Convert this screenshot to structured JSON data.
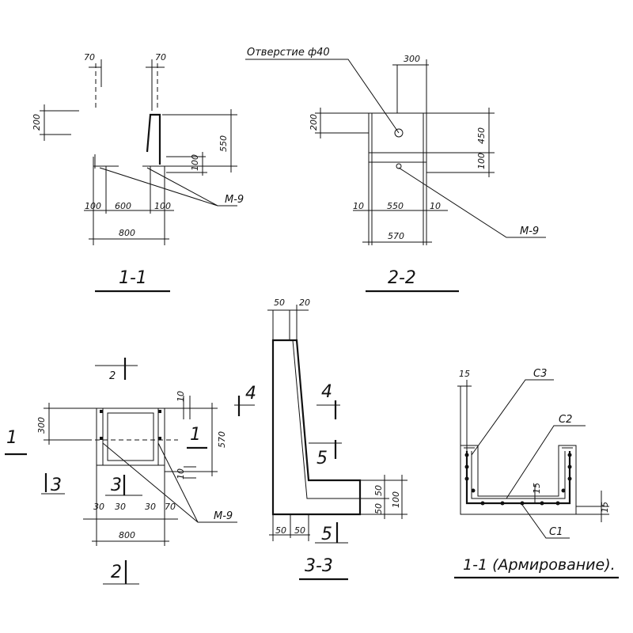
{
  "view_1_1": {
    "title": "1-1",
    "dims": {
      "top_left": "70",
      "top_right": "70",
      "left_height": "200",
      "right_height": "550",
      "small_right": "100",
      "bottom_left": "100",
      "bottom_mid": "600",
      "bottom_right": "100",
      "bottom_total": "800"
    },
    "callout": "М-9"
  },
  "view_2_2": {
    "title": "2-2",
    "hole_label": "Отверстие ф40",
    "dims": {
      "top": "300",
      "left_height": "200",
      "right_height": "450",
      "right_small": "100",
      "bottom_left": "10",
      "bottom_mid": "550",
      "bottom_right": "10",
      "bottom_total": "570"
    },
    "callout": "М-9"
  },
  "plan_view": {
    "bottom_title": "2",
    "dims": {
      "top_right": "10",
      "left_height": "300",
      "right_height": "570",
      "right_small": "10",
      "b1": "30",
      "b2": "30",
      "b3": "30",
      "b4": "70",
      "bottom_total": "800"
    },
    "section_marks": {
      "top_2": "2",
      "left_1": "1",
      "right_1": "1",
      "left_3": "3",
      "mid_3": "3",
      "right_4": "4"
    },
    "callout": "М-9"
  },
  "view_3_3": {
    "title": "3-3",
    "dims": {
      "top_left": "50",
      "top_right": "20",
      "right_top": "50",
      "right_mid": "50",
      "right_total": "100",
      "bottom_left": "50",
      "bottom_mid": "50"
    },
    "section_marks": {
      "mark_4": "4",
      "mark_5": "5",
      "bottom_5": "5"
    }
  },
  "view_reinforcement": {
    "title": "1-1 (Армирование).",
    "dims": {
      "top": "15",
      "inner": "15",
      "right": "15"
    },
    "labels": {
      "c3": "С3",
      "c2": "С2",
      "c1": "С1"
    }
  }
}
